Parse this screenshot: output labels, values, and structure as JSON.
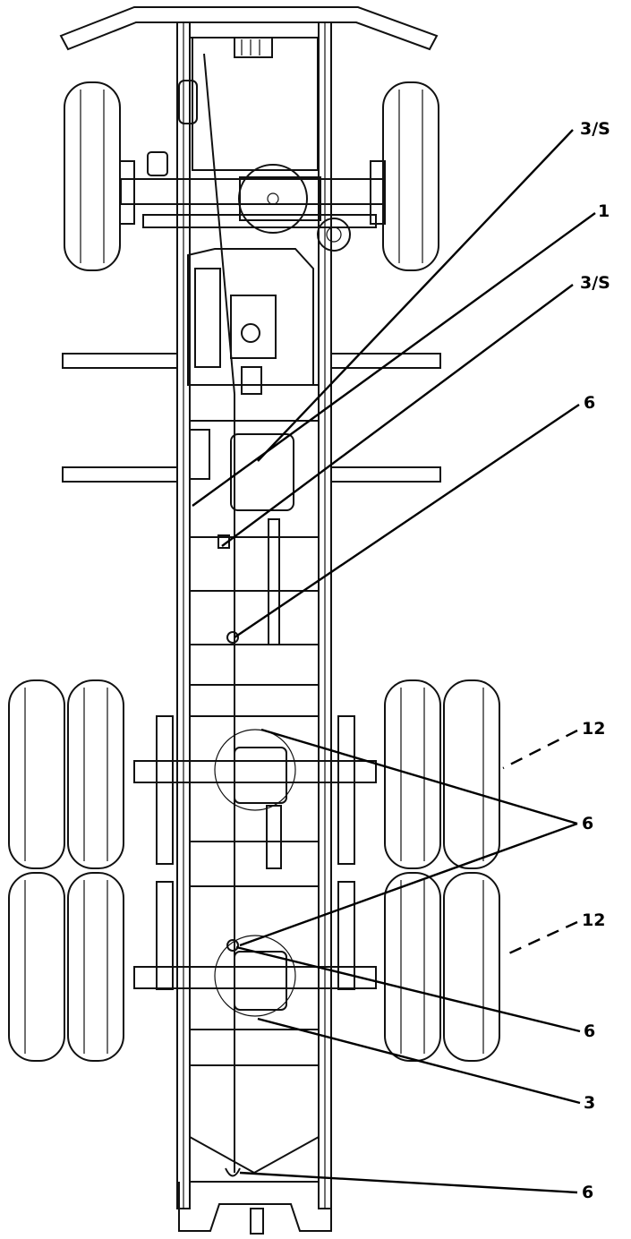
{
  "callouts": [
    {
      "id": "c1",
      "label": "3/S"
    },
    {
      "id": "c2",
      "label": "1"
    },
    {
      "id": "c3",
      "label": "3/S"
    },
    {
      "id": "c4",
      "label": "6"
    },
    {
      "id": "c5",
      "label": "12"
    },
    {
      "id": "c6",
      "label": "6"
    },
    {
      "id": "c7",
      "label": "12"
    },
    {
      "id": "c8",
      "label": "6"
    },
    {
      "id": "c9",
      "label": "3"
    },
    {
      "id": "c10",
      "label": "6"
    }
  ]
}
